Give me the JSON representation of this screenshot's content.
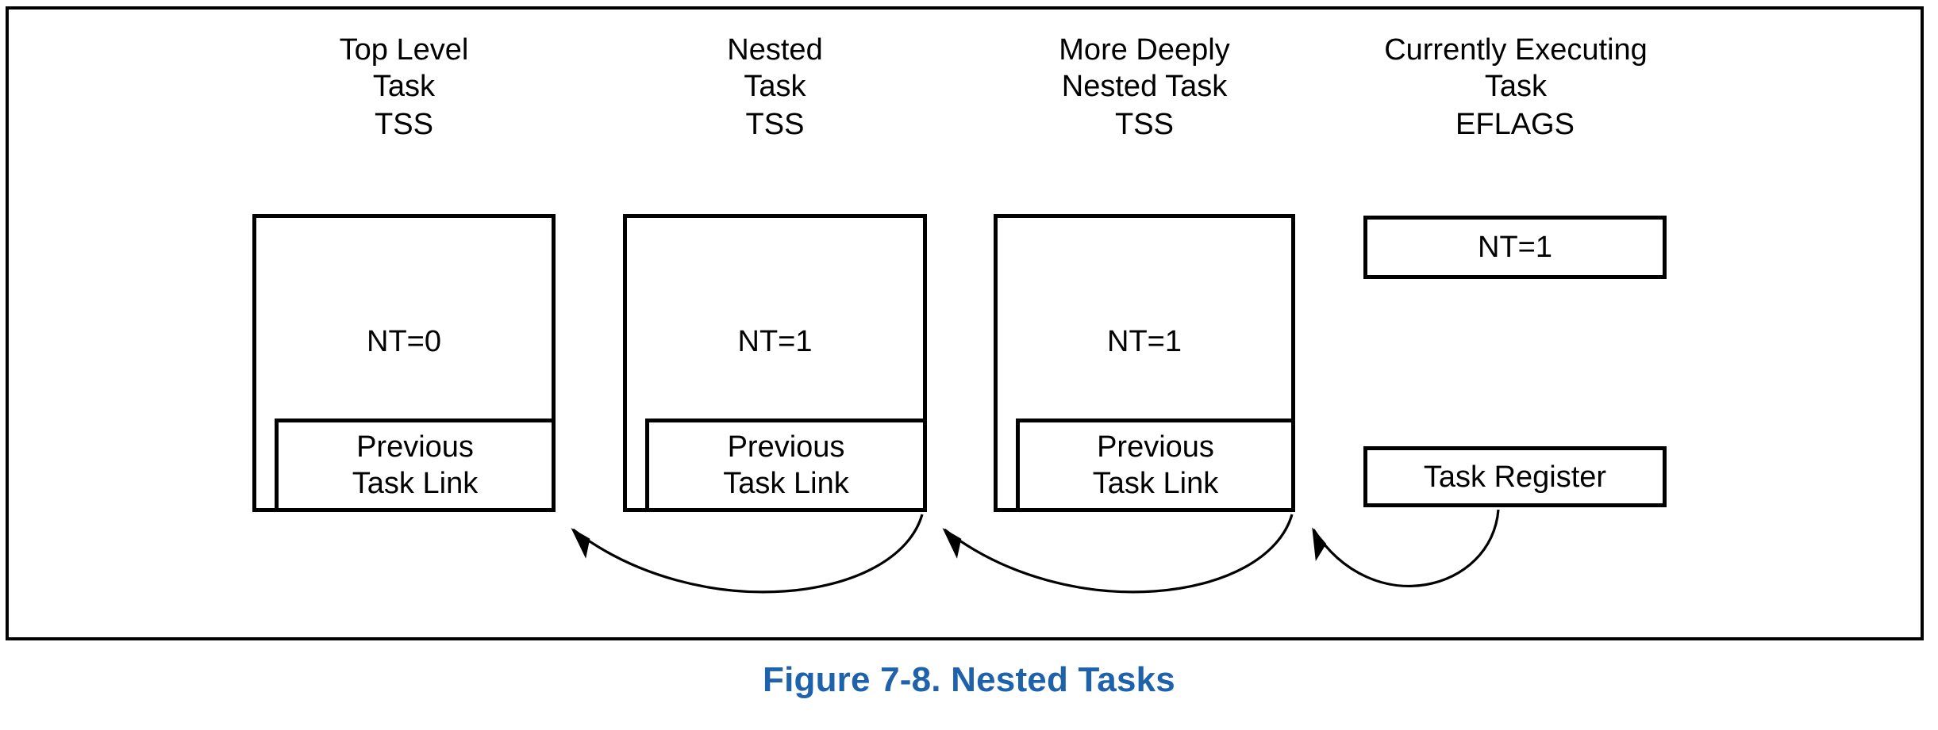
{
  "figure": {
    "caption": "Figure 7-8.  Nested Tasks",
    "caption_color": "#1F62AC",
    "frame_color": "#000000",
    "background": "#ffffff"
  },
  "columns": [
    {
      "id": "top-level-task",
      "header": "Top Level\nTask",
      "subheader": "TSS",
      "nt_value": "NT=0",
      "inner_box_label": "Previous\nTask Link"
    },
    {
      "id": "nested-task",
      "header": "Nested\nTask",
      "subheader": "TSS",
      "nt_value": "NT=1",
      "inner_box_label": "Previous\nTask Link"
    },
    {
      "id": "more-deeply-nested-task",
      "header": "More Deeply\nNested Task",
      "subheader": "TSS",
      "nt_value": "NT=1",
      "inner_box_label": "Previous\nTask Link"
    },
    {
      "id": "currently-executing-task",
      "header": "Currently Executing\nTask",
      "subheader": "EFLAGS",
      "eflags_value": "NT=1",
      "task_register_label": "Task Register"
    }
  ]
}
